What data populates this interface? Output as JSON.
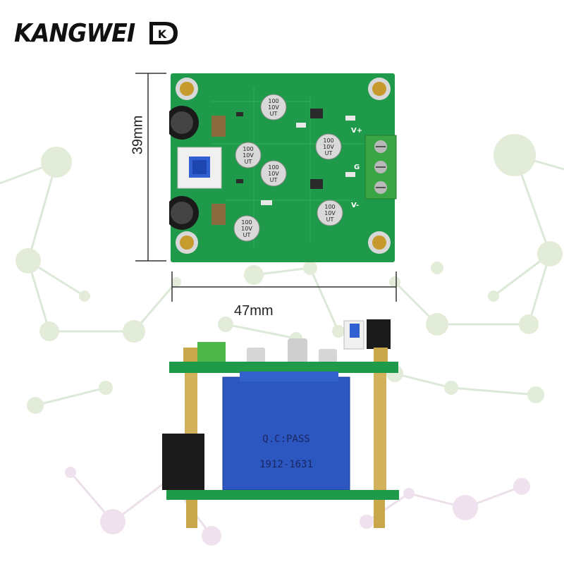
{
  "logo": {
    "text": "KANGWEI",
    "mark": "K"
  },
  "dimensions": {
    "height_label": "39mm",
    "width_label": "47mm"
  },
  "board_labels": {
    "cap_value": "100",
    "cap_voltage": "10V",
    "cap_code": "UT",
    "terminal_pos": "V+",
    "terminal_gnd": "G",
    "terminal_neg": "V-"
  },
  "transformer": {
    "line1": "Q.C:PASS",
    "line2": "1912-1631"
  },
  "colors": {
    "pcb": "#1f9a4a",
    "terminal": "#3aa544",
    "transformer": "#2d57c0",
    "standoff": "#c9a84b"
  }
}
